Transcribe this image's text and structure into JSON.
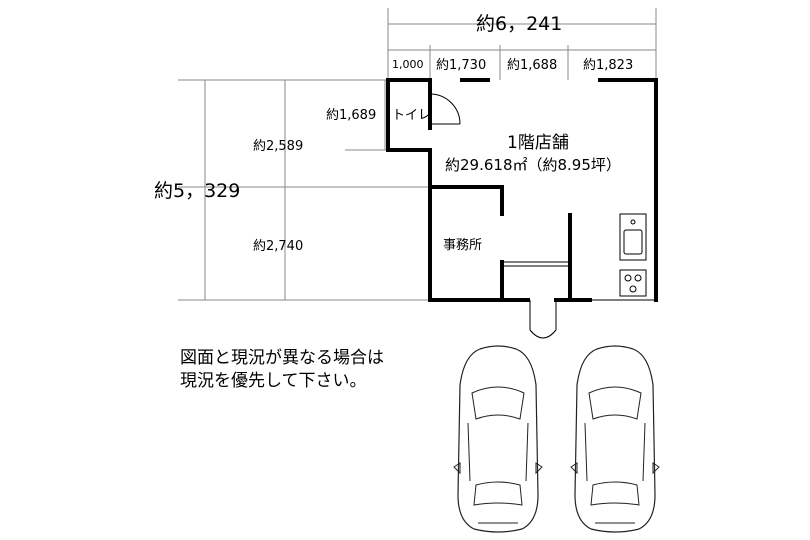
{
  "floor_plan": {
    "room_label": "1階店舗",
    "area_label": "約29.618㎡（約8.95坪）",
    "toilet_label": "トイレ",
    "office_label": "事務所"
  },
  "dimensions": {
    "total_width": "約6，241",
    "total_depth": "約5，329",
    "width_segments": [
      "1,000",
      "約1,730",
      "約1,688",
      "約1,823"
    ],
    "toilet_depth": "約1,689",
    "depth_segments": [
      "約2,589",
      "約2,740"
    ]
  },
  "note": {
    "line1": "図面と現況が異なる場合は",
    "line2": "現況を優先して下さい。"
  },
  "colors": {
    "wall": "#000000",
    "dimension_line": "#888888",
    "background": "#ffffff"
  },
  "icons": [
    "car-icon",
    "car-icon",
    "sink-icon",
    "stove-icon",
    "door-swing-icon"
  ]
}
